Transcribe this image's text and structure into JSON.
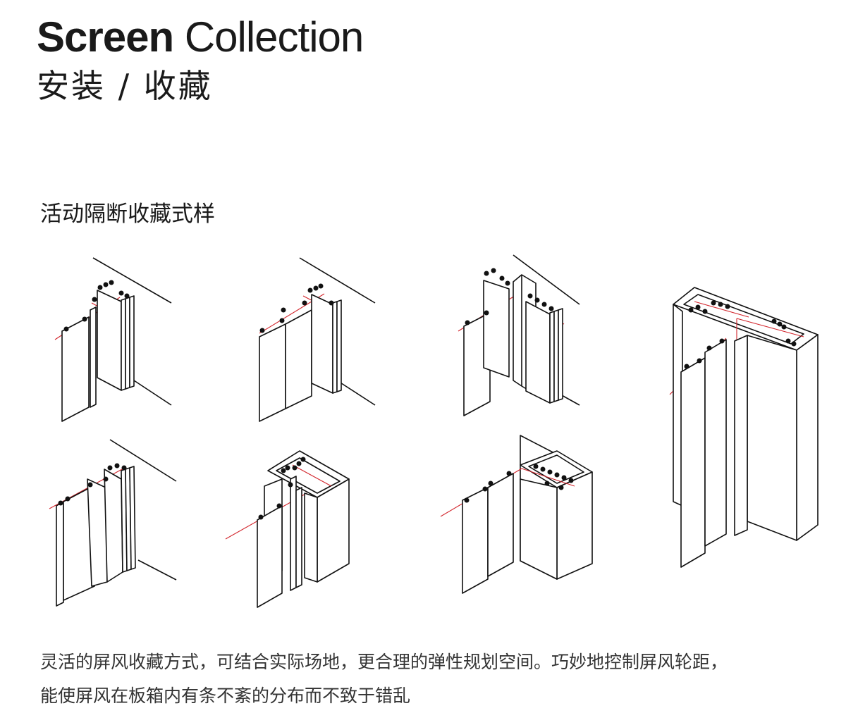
{
  "header": {
    "title_bold": "Screen",
    "title_light": "Collection",
    "subtitle": "安装 / 收藏"
  },
  "section": {
    "heading": "活动隔断收藏式样"
  },
  "caption": {
    "line1": "灵活的屏风收藏方式，可结合实际场地，更合理的弹性规划空间。巧妙地控制屏风轮距，",
    "line2": "能使屏风在板箱内有条不紊的分布而不致于错乱"
  },
  "colors": {
    "text": "#1a1a1a",
    "line": "#111111",
    "track": "#d2232a"
  }
}
